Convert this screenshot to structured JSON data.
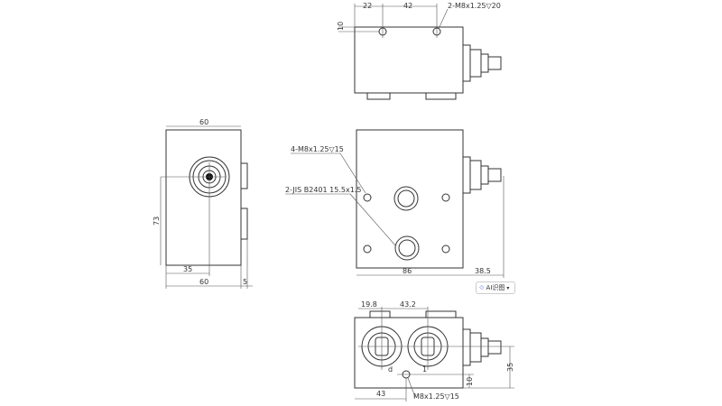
{
  "top_view": {
    "dim_a": "22",
    "dim_b": "42",
    "dim_c": "10",
    "hole_note": "2-M8x1.25▽20"
  },
  "front_view": {
    "hole_note": "4-M8x1.25▽15",
    "port_note": "2-JIS B2401 15.5x1.5",
    "width": "86",
    "valve_len": "38.5"
  },
  "side_view": {
    "width_top": "60",
    "height": "73",
    "center": "35",
    "width_bottom": "60",
    "tab": "5"
  },
  "bottom_view": {
    "dim_a": "19.8",
    "dim_b": "43.2",
    "port_d": "d",
    "port_1": "1",
    "dim_c": "43",
    "hole_note": "M8x1.25▽15",
    "height": "35",
    "offset": "10"
  },
  "ai_button": {
    "label": "AI识图",
    "icon": "scan-icon",
    "chevron": "chevron-down-icon"
  }
}
